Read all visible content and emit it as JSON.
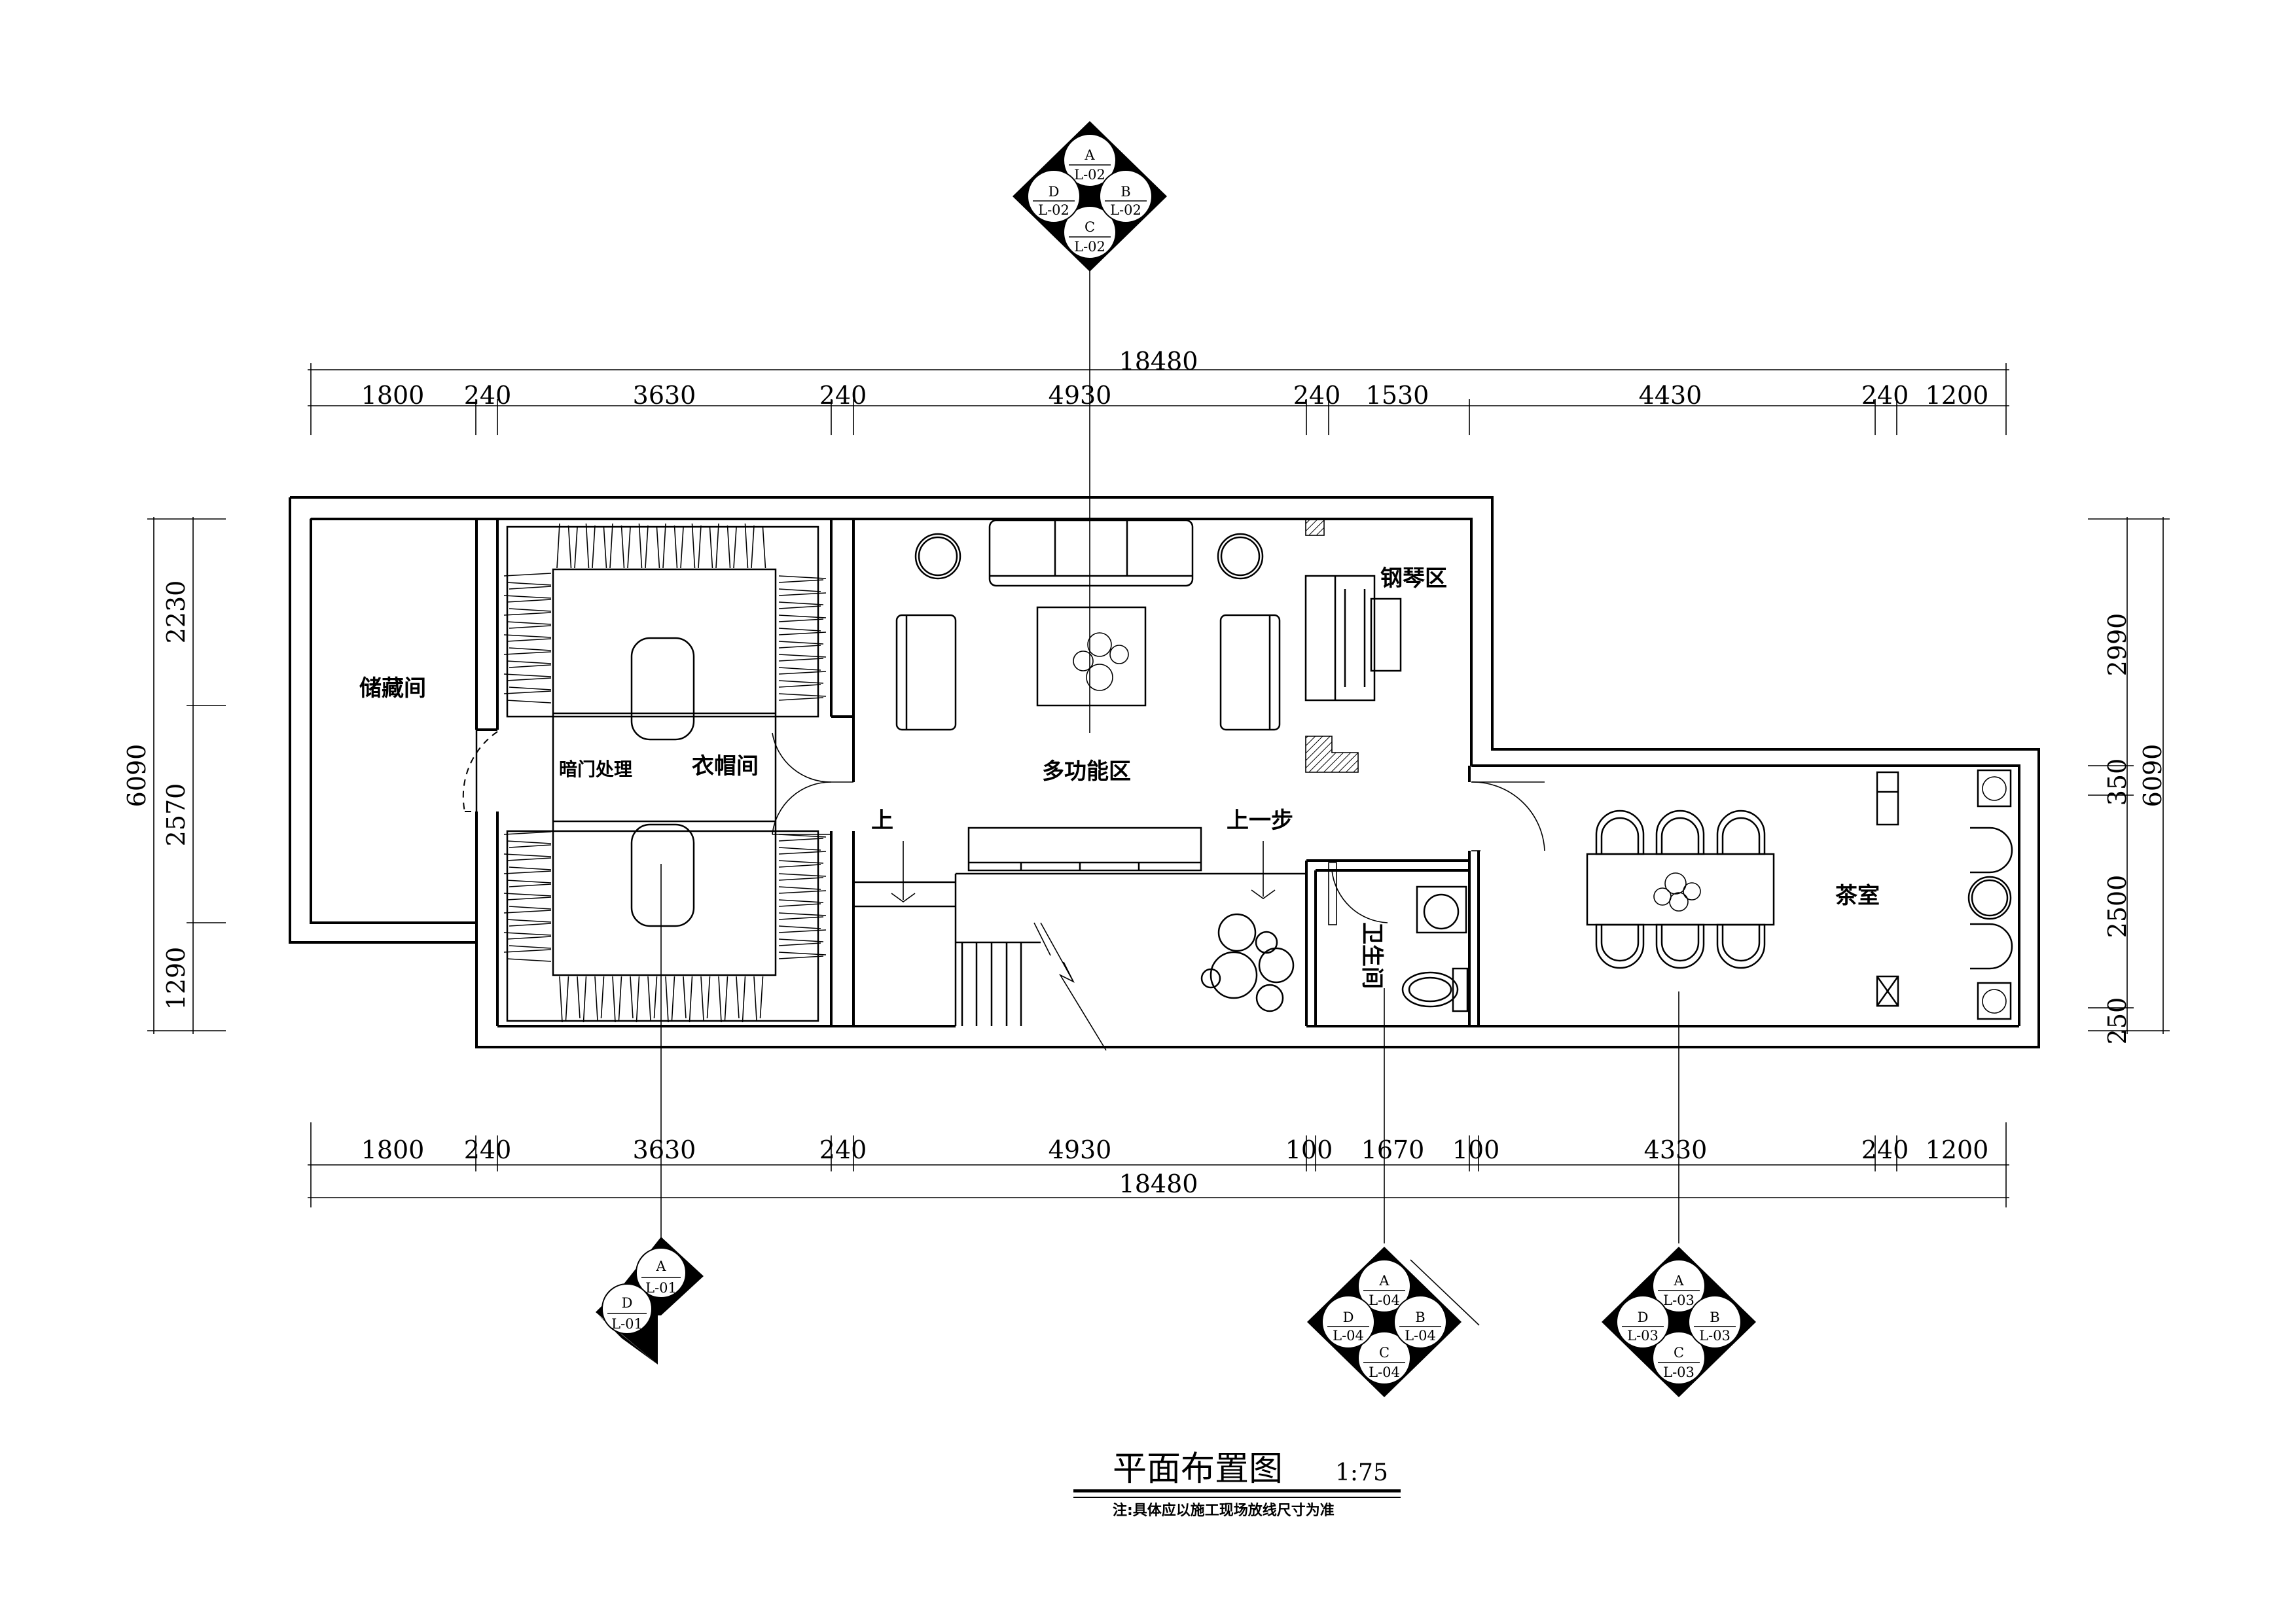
{
  "dimensions": {
    "top_total": "18480",
    "top": [
      "1800",
      "240",
      "3630",
      "240",
      "4930",
      "240",
      "1530",
      "4430",
      "240",
      "1200"
    ],
    "bottom": [
      "1800",
      "240",
      "3630",
      "240",
      "4930",
      "100",
      "1670",
      "100",
      "4330",
      "240",
      "1200"
    ],
    "bottom_total": "18480",
    "left": [
      "2230",
      "2570",
      "1290"
    ],
    "left_total": "6090",
    "right": [
      "2990",
      "350",
      "2500",
      "250"
    ],
    "right_total": "6090"
  },
  "rooms": {
    "storage": "储藏间",
    "hidden_door": "暗门处理",
    "wardrobe": "衣帽间",
    "multi": "多功能区",
    "piano": "钢琴区",
    "up": "上",
    "up_step": "上一步",
    "bath": "卫生间",
    "tea": "茶室"
  },
  "elevation_tags": {
    "a": "A",
    "b": "B",
    "c": "C",
    "d": "D",
    "l02": "L-02",
    "l01": "L-01",
    "l04": "L-04",
    "l03": "L-03"
  },
  "title": {
    "name": "平面布置图",
    "scale": "1:75",
    "note": "注:具体应以施工现场放线尺寸为准"
  }
}
